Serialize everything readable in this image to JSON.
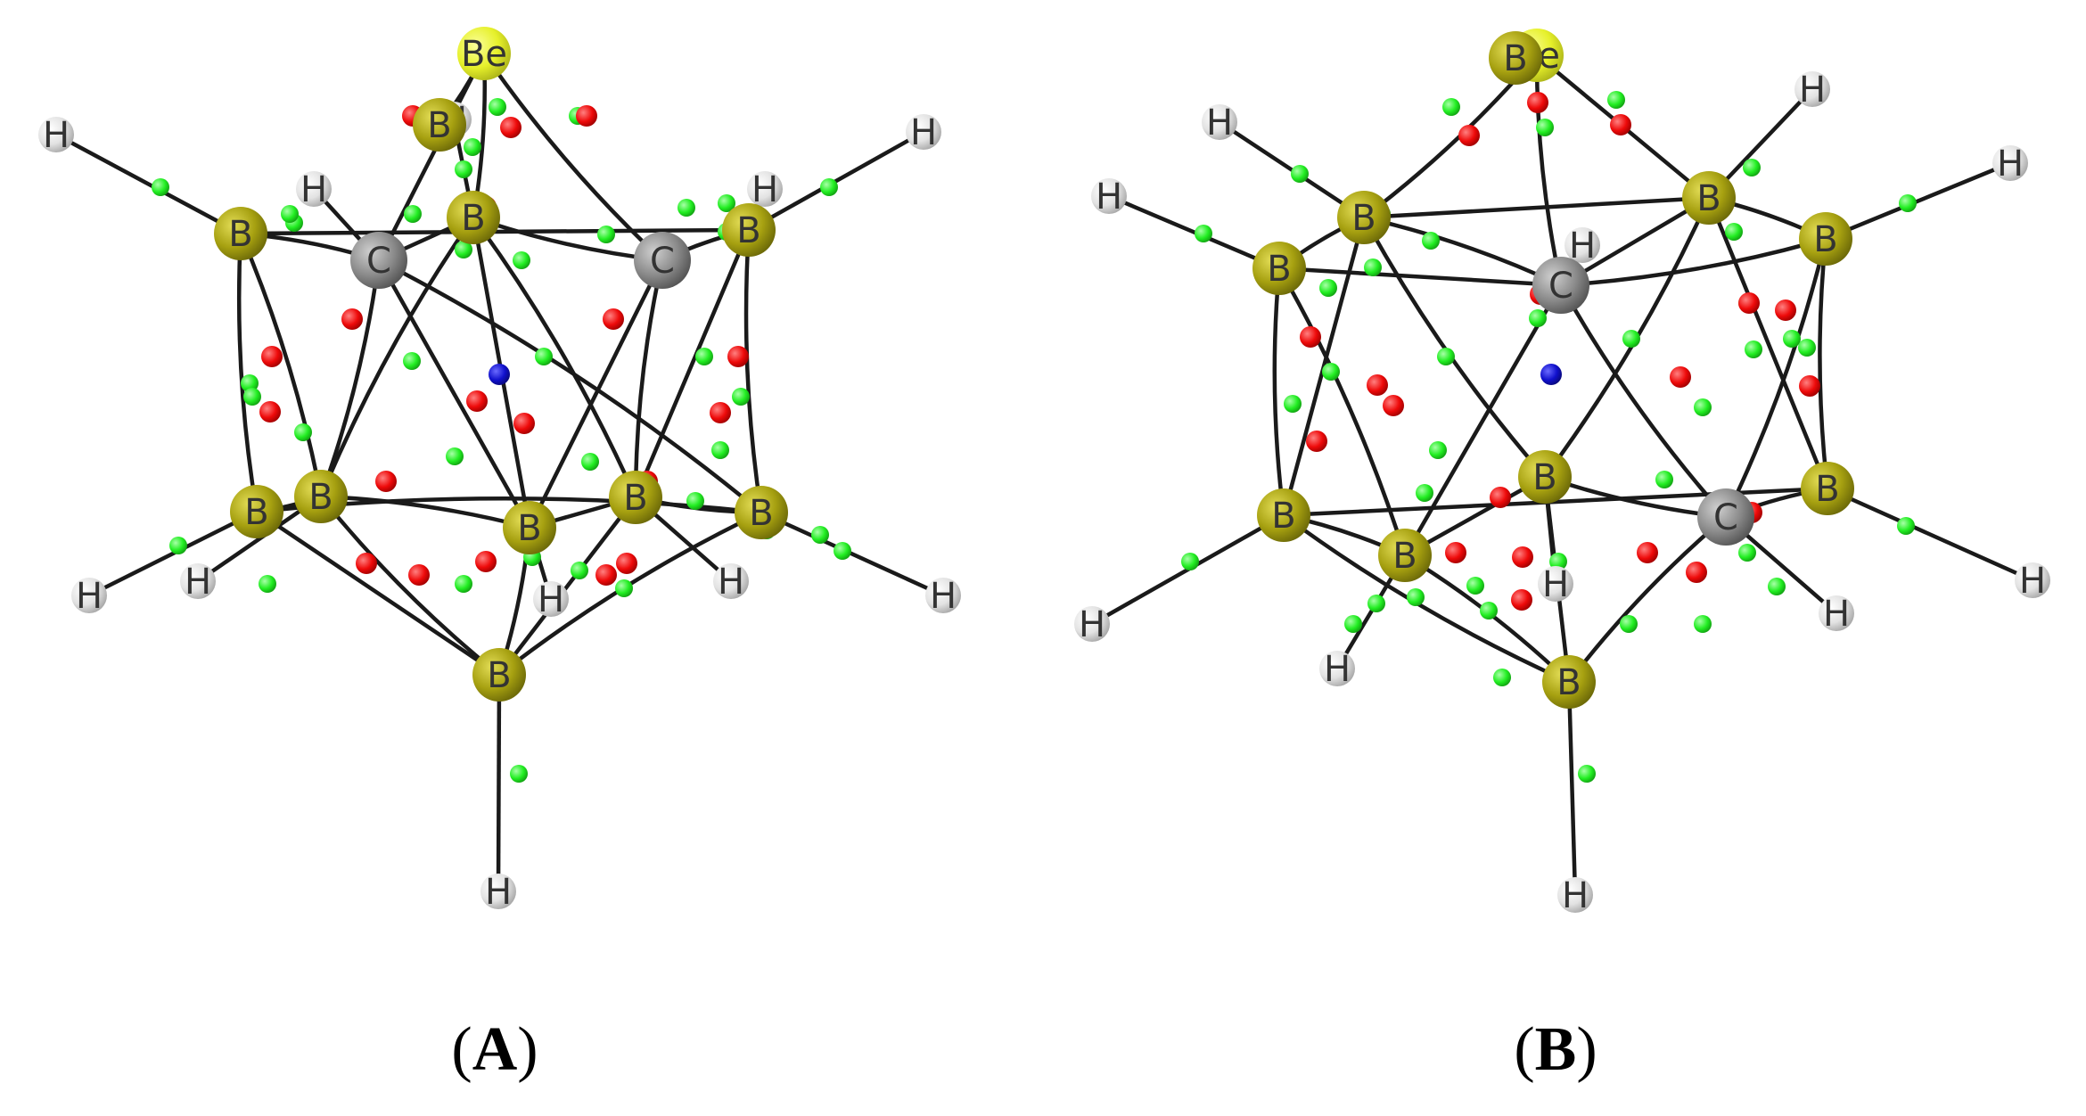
{
  "panels": [
    {
      "id": "A",
      "caption_open": "(",
      "caption_letter": "A",
      "caption_close": ")",
      "atoms": [
        {
          "el": "Be"
        },
        {
          "el": "H"
        },
        {
          "el": "H"
        },
        {
          "el": "H"
        },
        {
          "el": "H"
        },
        {
          "el": "H"
        },
        {
          "el": "H"
        },
        {
          "el": "H"
        },
        {
          "el": "H"
        },
        {
          "el": "H"
        },
        {
          "el": "H"
        },
        {
          "el": "H"
        },
        {
          "el": "B"
        },
        {
          "el": "B"
        },
        {
          "el": "B"
        },
        {
          "el": "B"
        },
        {
          "el": "B"
        },
        {
          "el": "B"
        },
        {
          "el": "B"
        },
        {
          "el": "B"
        },
        {
          "el": "B"
        },
        {
          "el": "B"
        },
        {
          "el": "C"
        },
        {
          "el": "C"
        }
      ]
    },
    {
      "id": "B",
      "caption_open": "(",
      "caption_letter": "B",
      "caption_close": ")",
      "atoms": [
        {
          "el": "Be"
        },
        {
          "el": "H"
        },
        {
          "el": "H"
        },
        {
          "el": "H"
        },
        {
          "el": "H"
        },
        {
          "el": "H"
        },
        {
          "el": "H"
        },
        {
          "el": "H"
        },
        {
          "el": "H"
        },
        {
          "el": "H"
        },
        {
          "el": "H"
        },
        {
          "el": "H"
        },
        {
          "el": "B"
        },
        {
          "el": "B"
        },
        {
          "el": "B"
        },
        {
          "el": "B"
        },
        {
          "el": "B"
        },
        {
          "el": "B"
        },
        {
          "el": "B"
        },
        {
          "el": "B"
        },
        {
          "el": "B"
        },
        {
          "el": "B"
        },
        {
          "el": "C"
        },
        {
          "el": "C"
        }
      ]
    }
  ],
  "colors": {
    "bond": "#1a1a1a",
    "boron": "#a6a010",
    "beryllium": "#e6f02a",
    "carbon": "#8a8a8a",
    "hydrogen": "#e2e2e2",
    "bond_critical_point": "#22ee22",
    "ring_critical_point": "#ee0a0a",
    "cage_critical_point": "#1010cc"
  }
}
